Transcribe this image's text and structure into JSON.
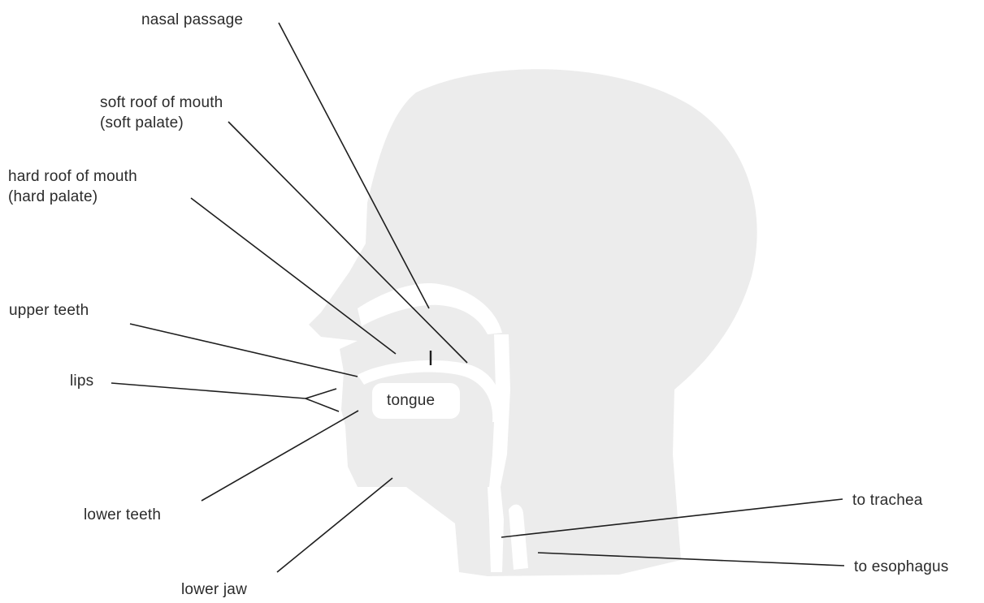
{
  "colors": {
    "background": "#ffffff",
    "head_fill": "#ececec",
    "cavity_fill": "#ffffff",
    "leader_line": "#1e1e1e",
    "text": "#2b2b2b"
  },
  "labels": {
    "nasal_passage": "nasal passage",
    "soft_palate_line1": "soft roof of mouth",
    "soft_palate_line2": "(soft palate)",
    "hard_palate_line1": "hard roof of mouth",
    "hard_palate_line2": "(hard palate)",
    "upper_teeth": "upper teeth",
    "lips": "lips",
    "tongue": "tongue",
    "lower_teeth": "lower teeth",
    "lower_jaw": "lower jaw",
    "to_trachea": "to trachea",
    "to_esophagus": "to esophagus"
  }
}
